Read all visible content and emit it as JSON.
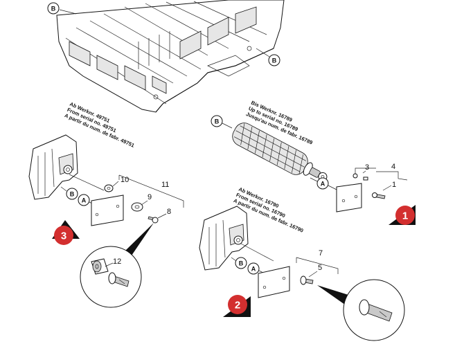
{
  "labels": {
    "b": "B",
    "a": "A"
  },
  "steps": {
    "s1": "1",
    "s2": "2",
    "s3": "3"
  },
  "parts": {
    "p1": "1",
    "p3": "3",
    "p4": "4",
    "p5": "5",
    "p7": "7",
    "p8": "8",
    "p9": "9",
    "p10": "10",
    "p11": "11",
    "p12": "12"
  },
  "notes": {
    "roller": [
      "Bis Werknr. 16789",
      "Up to serial no. 16789",
      "Jusqu'au num. de fabr. 16789"
    ],
    "left": [
      "Ab Werknr. 49751",
      "From serial no. 49751",
      "A partir du num. de fabr. 49751"
    ],
    "middle": [
      "Ab Werknr. 16790",
      "From serial no. 16790",
      "A partir du num. de fabr. 16790"
    ]
  },
  "colors": {
    "marker": "#d32f2f",
    "line": "#111111"
  }
}
